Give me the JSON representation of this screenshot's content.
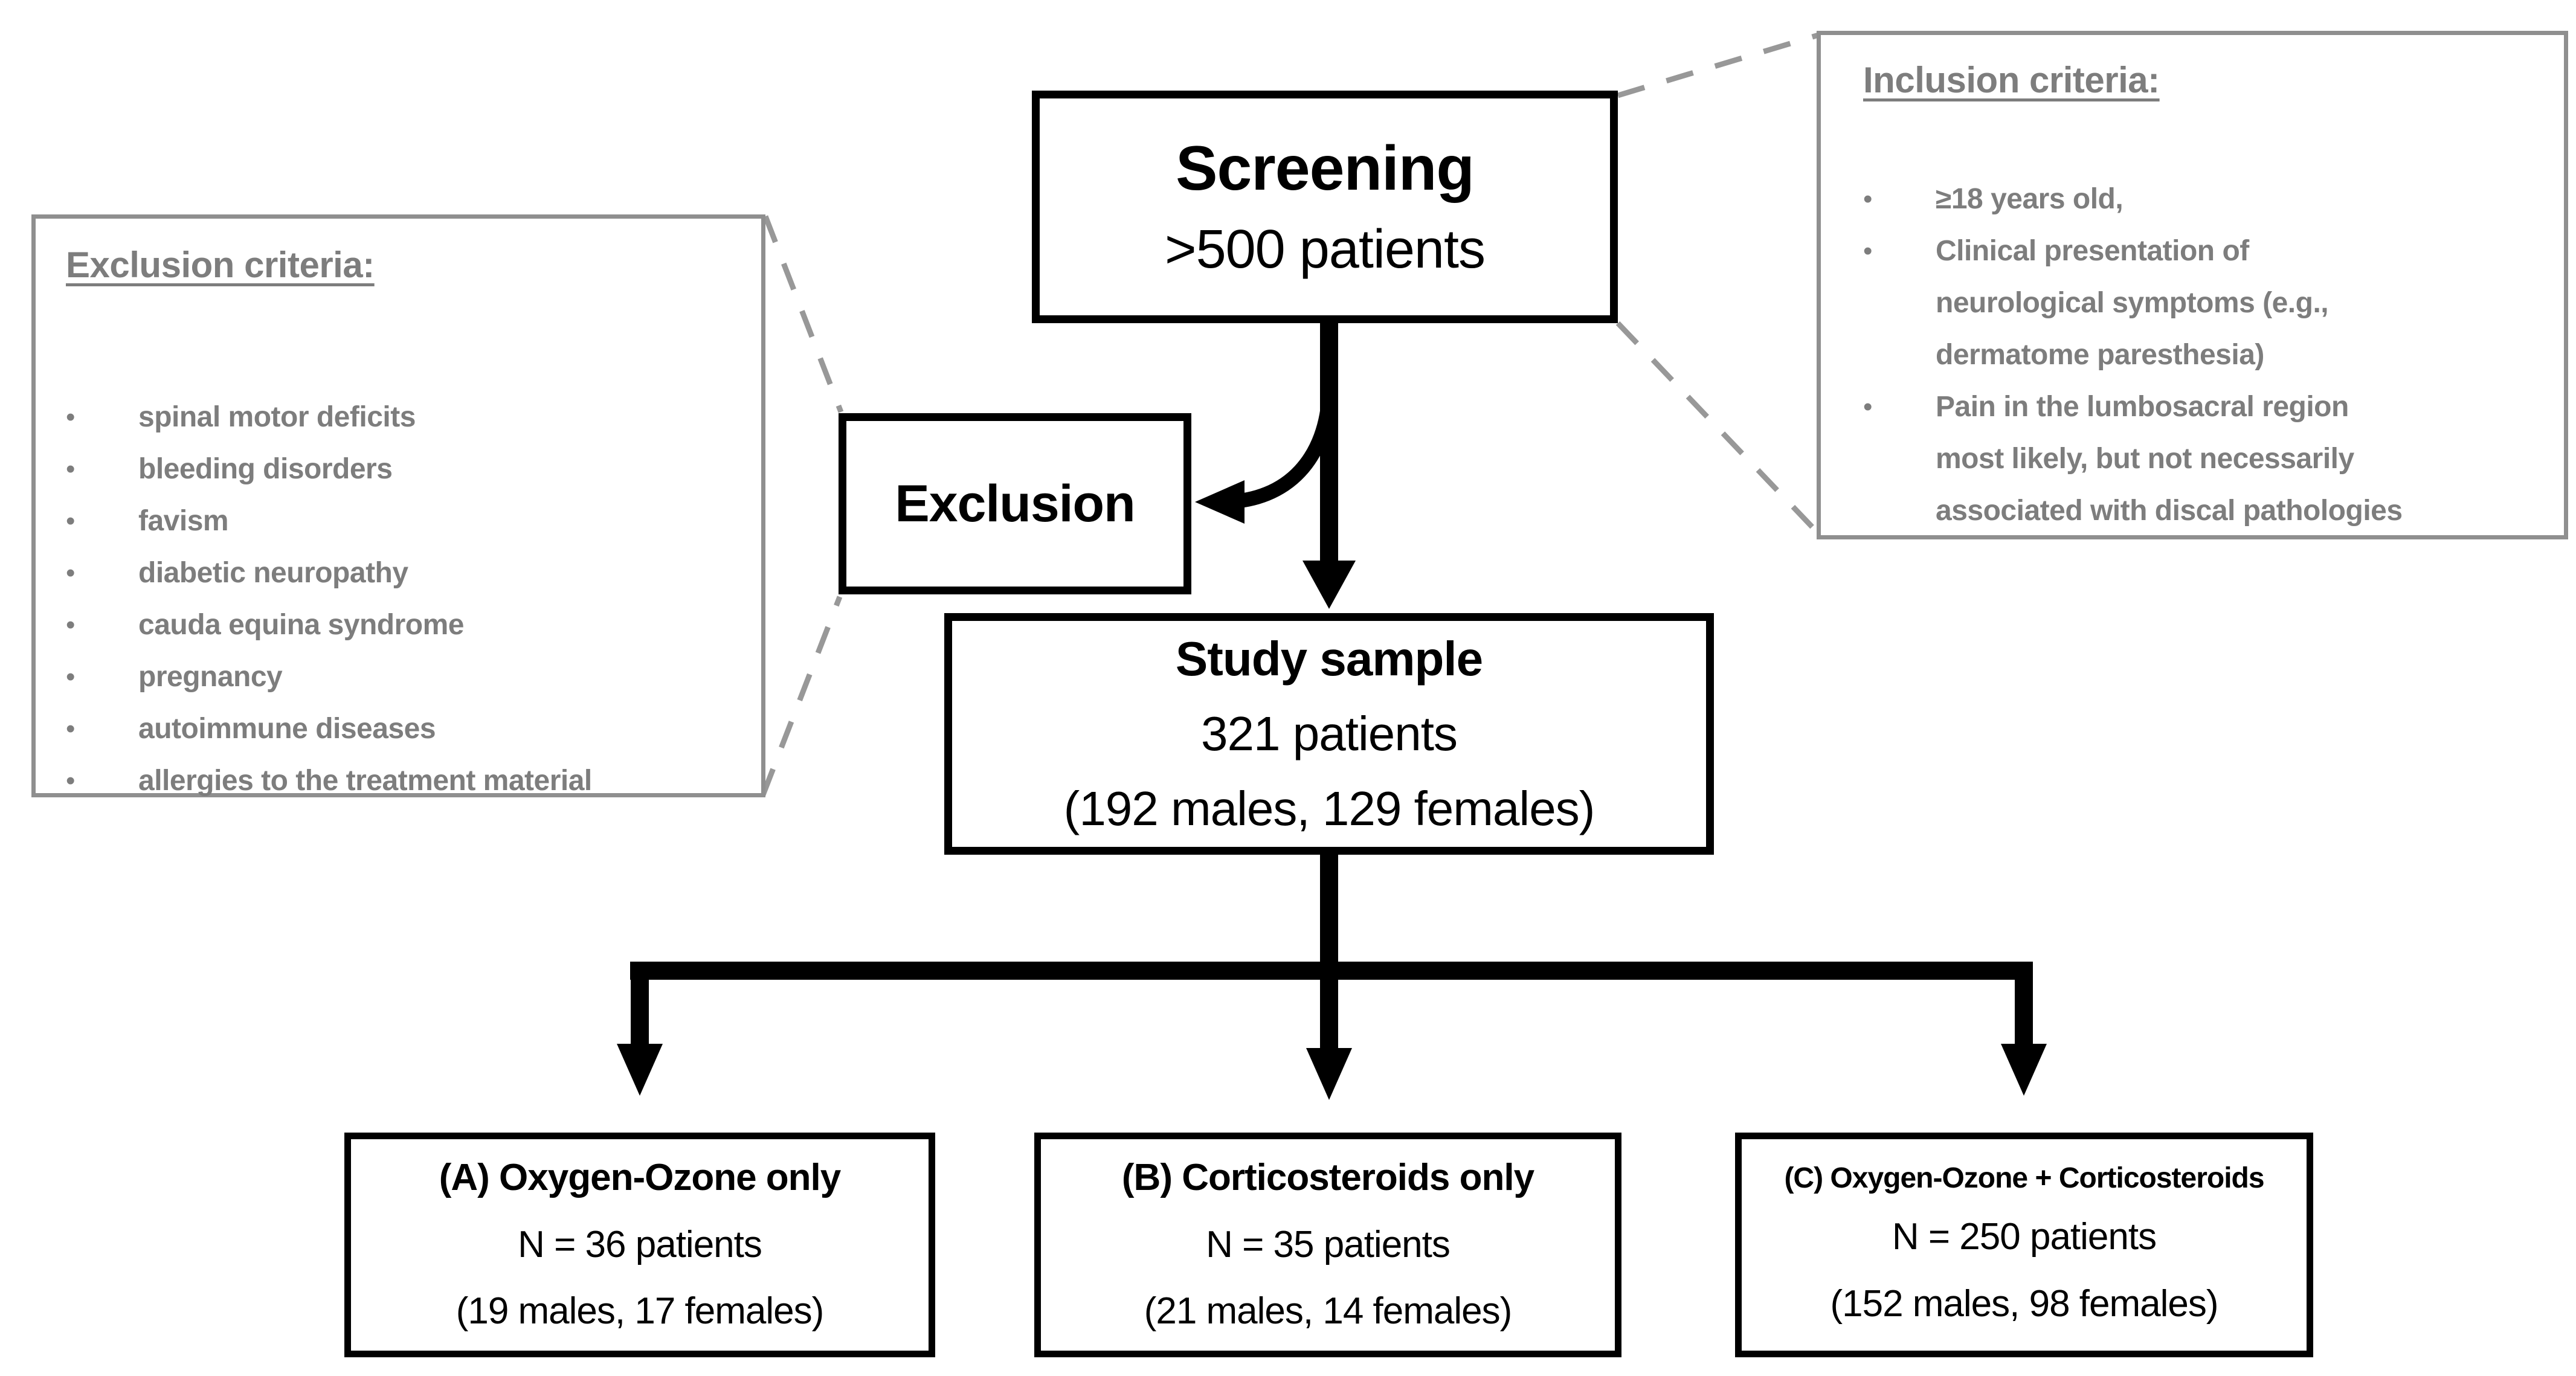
{
  "colors": {
    "flow_box_border": "#000000",
    "arrow": "#000000",
    "criteria_border": "#8f8f8f",
    "criteria_text": "#7d7d7d",
    "dashed_line": "#989898",
    "background": "#ffffff"
  },
  "screening": {
    "title": "Screening",
    "subtitle": ">500 patients"
  },
  "exclusion_box": {
    "label": "Exclusion"
  },
  "study_sample": {
    "title": "Study sample",
    "line2": "321 patients",
    "line3": "(192 males, 129 females)"
  },
  "groups": [
    {
      "title": "(A) Oxygen-Ozone only",
      "n": "N = 36 patients",
      "split": "(19 males, 17 females)"
    },
    {
      "title": "(B) Corticosteroids only",
      "n": "N = 35 patients",
      "split": "(21 males, 14 females)"
    },
    {
      "title": "(C) Oxygen-Ozone + Corticosteroids",
      "n": "N = 250 patients",
      "split": "(152 males, 98 females)"
    }
  ],
  "exclusion_criteria": {
    "title": "Exclusion criteria:",
    "bullet": "•",
    "items": [
      "spinal motor deficits",
      "bleeding disorders",
      "favism",
      "diabetic neuropathy",
      "cauda equina syndrome",
      "pregnancy",
      "autoimmune diseases",
      "allergies to the treatment material"
    ]
  },
  "inclusion_criteria": {
    "title": "Inclusion criteria:",
    "bullet": "•",
    "items": [
      {
        "lines": [
          "≥18 years old,"
        ]
      },
      {
        "lines": [
          "Clinical presentation of",
          "neurological symptoms (e.g.,",
          "dermatome paresthesia)"
        ]
      },
      {
        "lines": [
          "Pain in the lumbosacral region",
          "most likely, but not necessarily",
          "associated with discal pathologies"
        ]
      }
    ]
  }
}
